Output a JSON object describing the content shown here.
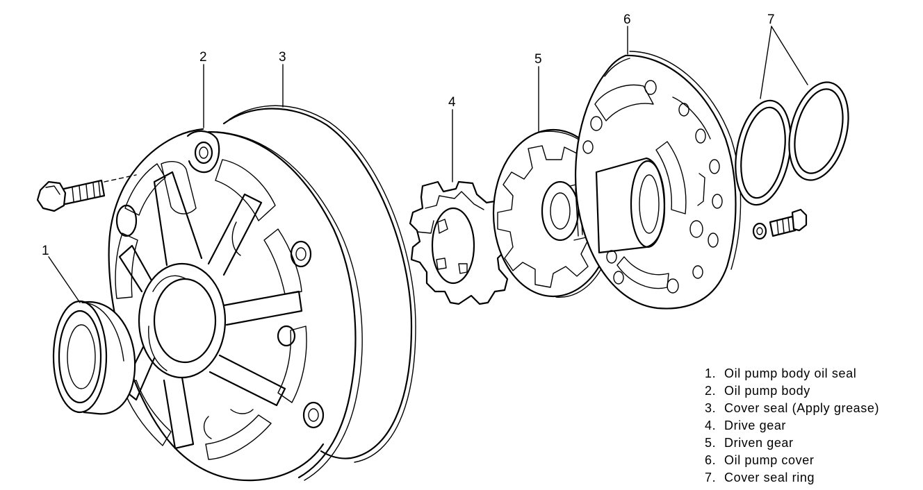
{
  "callouts": [
    "1",
    "2",
    "3",
    "4",
    "5",
    "6",
    "7"
  ],
  "legend": [
    {
      "num": "1.",
      "text": "Oil pump body oil seal"
    },
    {
      "num": "2.",
      "text": "Oil pump body"
    },
    {
      "num": "3.",
      "text": "Cover seal (Apply grease)"
    },
    {
      "num": "4.",
      "text": "Drive gear"
    },
    {
      "num": "5.",
      "text": "Driven gear"
    },
    {
      "num": "6.",
      "text": "Oil pump cover"
    },
    {
      "num": "7.",
      "text": "Cover seal ring"
    }
  ]
}
